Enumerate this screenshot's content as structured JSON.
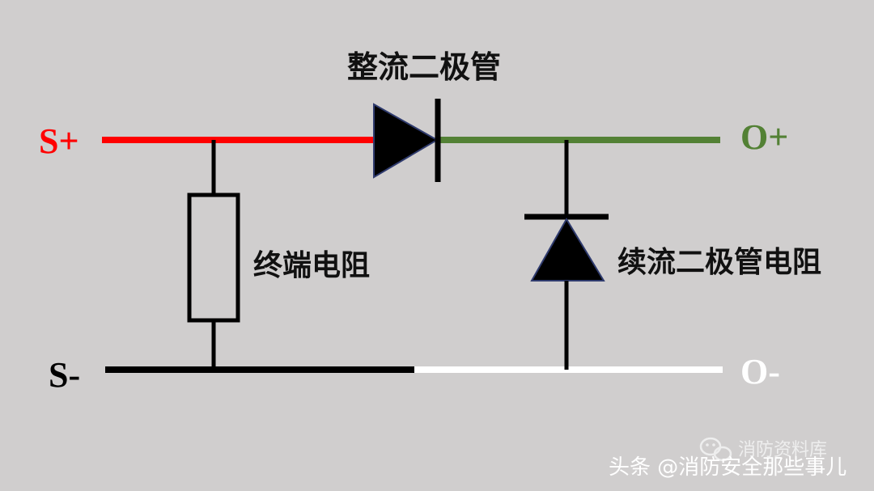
{
  "labels": {
    "rectifier_diode": "整流二极管",
    "termination_resistor": "终端电阻",
    "freewheeling_diode_resistor": "续流二极管电阻"
  },
  "terminals": {
    "s_plus": "S+",
    "s_minus": "S-",
    "o_plus": "O+",
    "o_minus": "O-"
  },
  "watermark": {
    "account": "消防资料库",
    "byline": "头条 @消防安全那些事儿",
    "icon": "wechat-icon"
  },
  "colors": {
    "background": "#d0cece",
    "s_plus": "#ff0000",
    "o_plus": "#538135",
    "o_minus": "#ffffff",
    "black": "#000000"
  }
}
